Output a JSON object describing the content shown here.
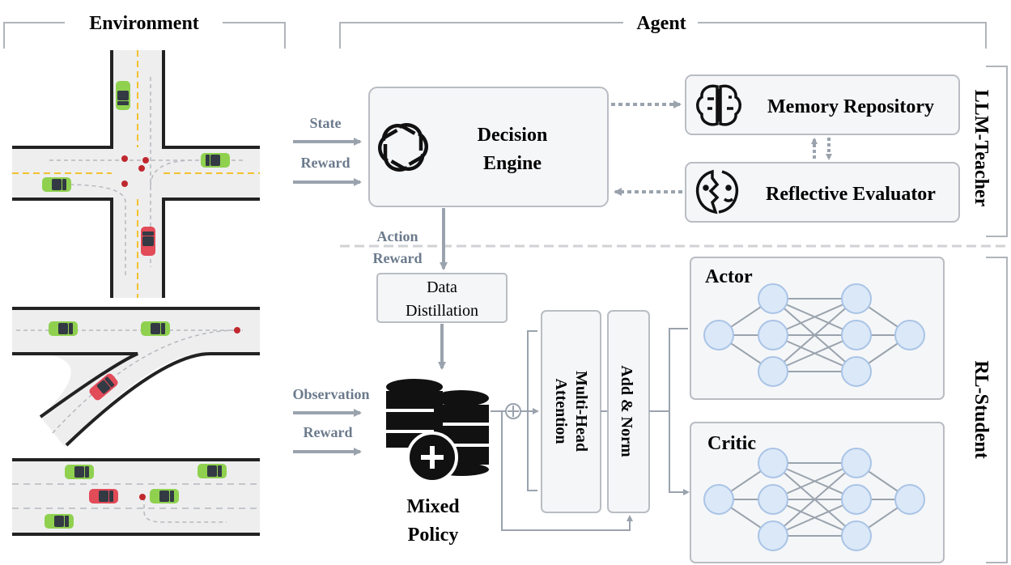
{
  "headers": {
    "environment": "Environment",
    "agent": "Agent"
  },
  "teacher": {
    "section_label": "LLM-Teacher",
    "decision_engine": [
      "Decision",
      "Engine"
    ],
    "memory_repository": "Memory Repository",
    "reflective_evaluator": "Reflective Evaluator",
    "input_state": "State",
    "input_reward": "Reward",
    "output_action": "Action",
    "output_reward": "Reward"
  },
  "student": {
    "section_label": "RL-Student",
    "data_distillation": [
      "Data",
      "Distillation"
    ],
    "input_observation": "Observation",
    "input_reward": "Reward",
    "mixed_policy": [
      "Mixed",
      "Policy"
    ],
    "multi_head_attention": [
      "Multi-Head",
      "Attention"
    ],
    "add_norm": "Add & Norm",
    "actor": "Actor",
    "critic": "Critic"
  },
  "colors": {
    "arrow": "#9aa3ad",
    "node_fill": "#dbe8f8",
    "node_stroke": "#a9c4e6",
    "car_green": "#8fd14f",
    "car_red": "#e24b58",
    "lane_yellow": "#f2c12e"
  },
  "icons": [
    "openai-icon",
    "brain-icon",
    "faces-icon",
    "database-plus-icon"
  ]
}
